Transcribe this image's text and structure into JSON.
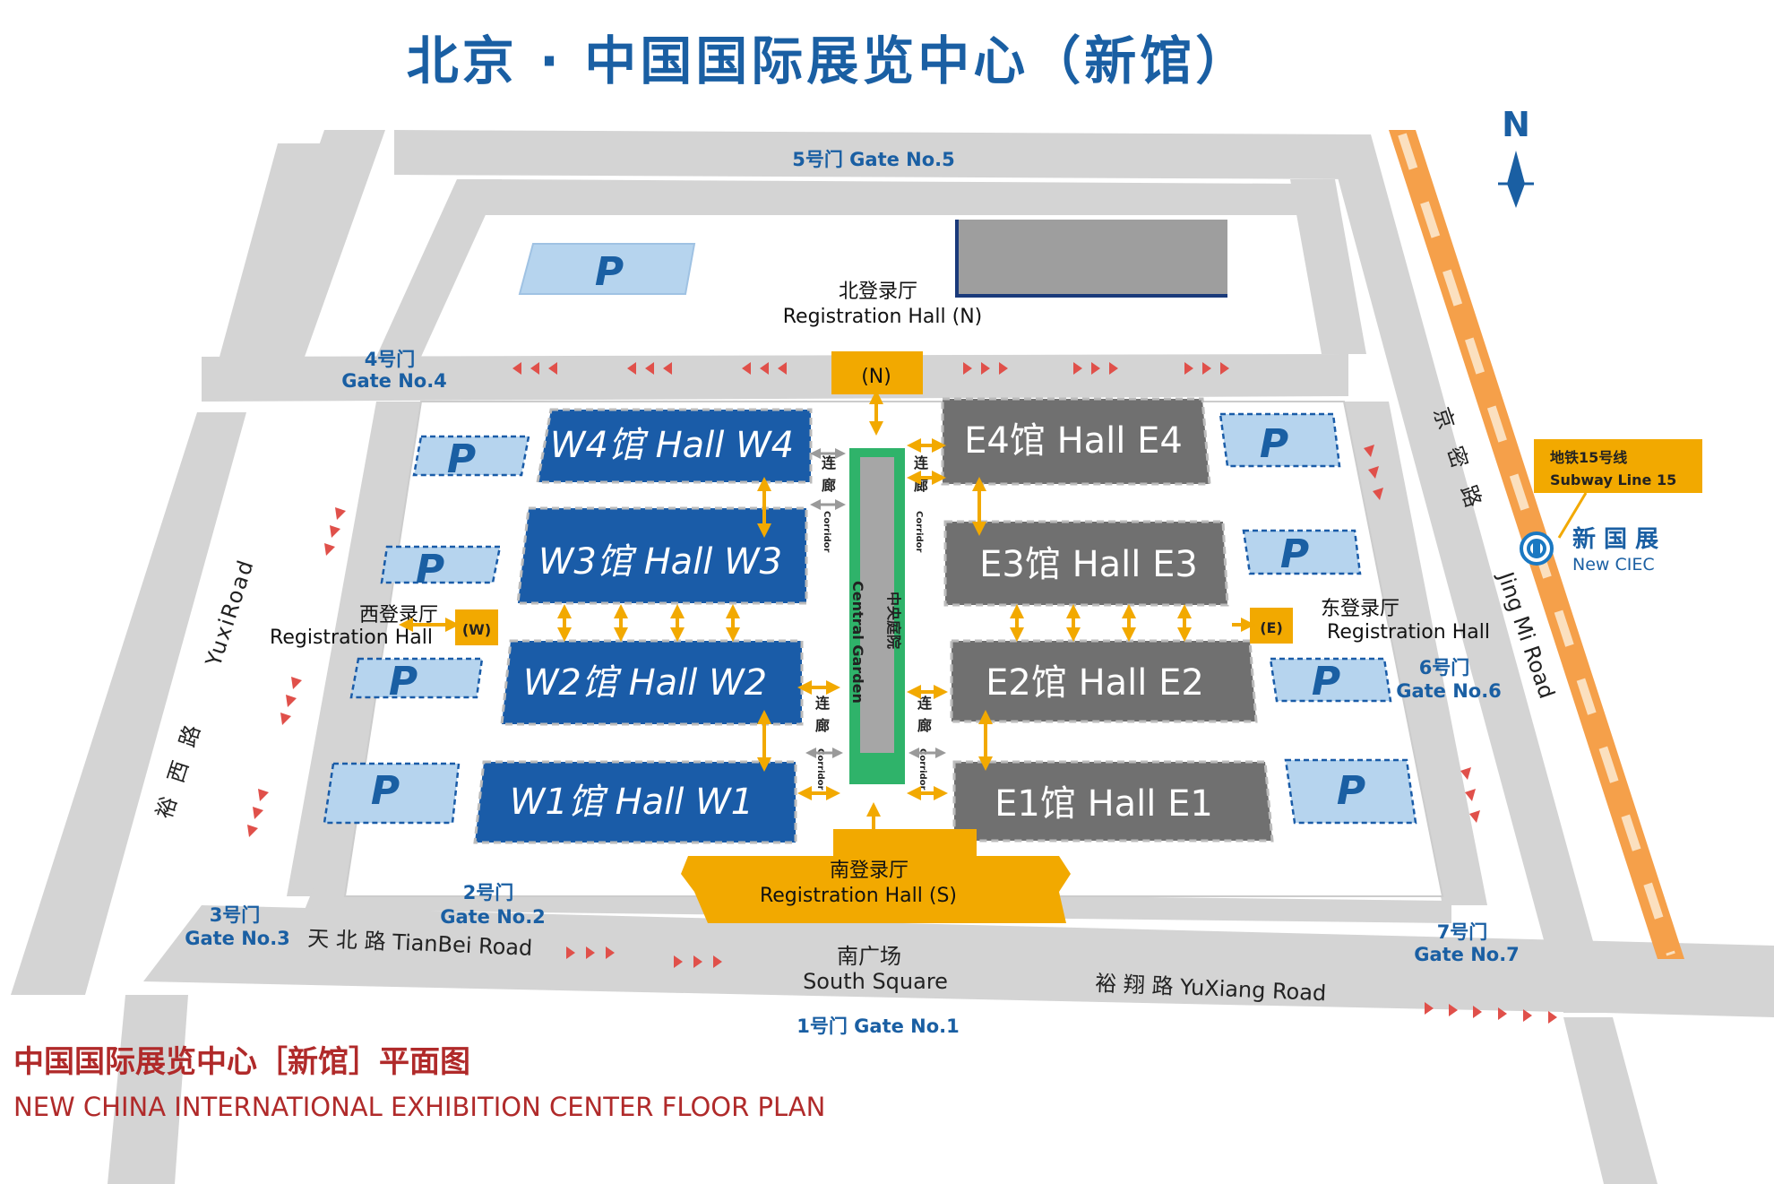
{
  "map": {
    "title": "北京 · 中国国际展览中心（新馆）",
    "footer": {
      "title_cn": "中国国际展览中心［新馆］平面图",
      "title_en": "NEW CHINA INTERNATIONAL EXHIBITION CENTER FLOOR PLAN"
    },
    "north": "N",
    "gates": {
      "g1": "1号门  Gate No.1",
      "g2_cn": "2号门",
      "g2_en": "Gate No.2",
      "g3_cn": "3号门",
      "g3_en": "Gate No.3",
      "g4_cn": "4号门",
      "g4_en": "Gate No.4",
      "g5": "5号门  Gate No.5",
      "g6_cn": "6号门",
      "g6_en": "Gate No.6",
      "g7_cn": "7号门",
      "g7_en": "Gate No.7"
    },
    "halls": {
      "w4": "W4馆 Hall W4",
      "w3": "W3馆 Hall W3",
      "w2": "W2馆 Hall W2",
      "w1": "W1馆 Hall W1",
      "e4": "E4馆 Hall E4",
      "e3": "E3馆 Hall E3",
      "e2": "E2馆 Hall E2",
      "e1": "E1馆 Hall E1"
    },
    "registration": {
      "north_cn": "北登录厅",
      "north_en": "Registration Hall (N)",
      "north_tag": "(N)",
      "south_cn": "南登录厅",
      "south_en": "Registration Hall (S)",
      "west_cn": "西登录厅",
      "west_en": "Registration Hall",
      "west_tag": "(W)",
      "east_cn": "东登录厅",
      "east_en": "Registration Hall",
      "east_tag": "(E)"
    },
    "central_garden": {
      "cn": "中央庭院",
      "en": "Central Garden"
    },
    "corridor": {
      "cn1": "连",
      "cn2": "廊",
      "en": "Corridor"
    },
    "roads": {
      "yuxi_en": "YuxiRoad",
      "yuxi_cn": "裕西路",
      "tianbei": "天 北 路  TianBei Road",
      "yuxiang": "裕 翔 路   YuXiang Road",
      "jingmi_en": "Jing Mi Road",
      "jingmi_cn": "京密路"
    },
    "south_square": {
      "cn": "南广场",
      "en": "South Square"
    },
    "subway": {
      "line_cn": "地铁15号线",
      "line_en": "Subway Line 15",
      "station_cn": "新 国 展",
      "station_en": "New CIEC"
    },
    "parking": "P",
    "colors": {
      "west_hall": "#1a5ca8",
      "east_hall": "#707070",
      "registration": "#f2a900",
      "garden": "#2fb36a",
      "road": "#d4d4d4",
      "parking": "#b6d4ee",
      "subway_line": "#f5a04a",
      "text_blue": "#1a5fa3",
      "footer_red": "#b02a2a"
    }
  }
}
